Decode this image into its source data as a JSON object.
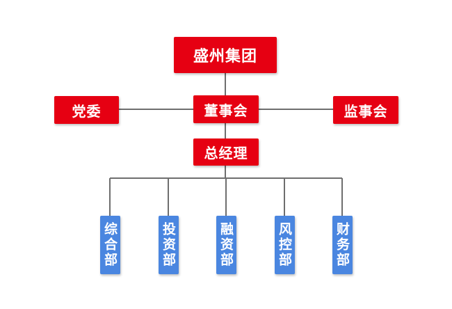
{
  "org": {
    "root": "盛州集团",
    "board": "董事会",
    "party": "党委",
    "supervisory": "监事会",
    "gm": "总经理",
    "departments": [
      "综合部",
      "投资部",
      "融资部",
      "风控部",
      "财务部"
    ]
  },
  "colors": {
    "primary_node": "#e60012",
    "department_node": "#4a86e0",
    "connector": "#666666"
  }
}
